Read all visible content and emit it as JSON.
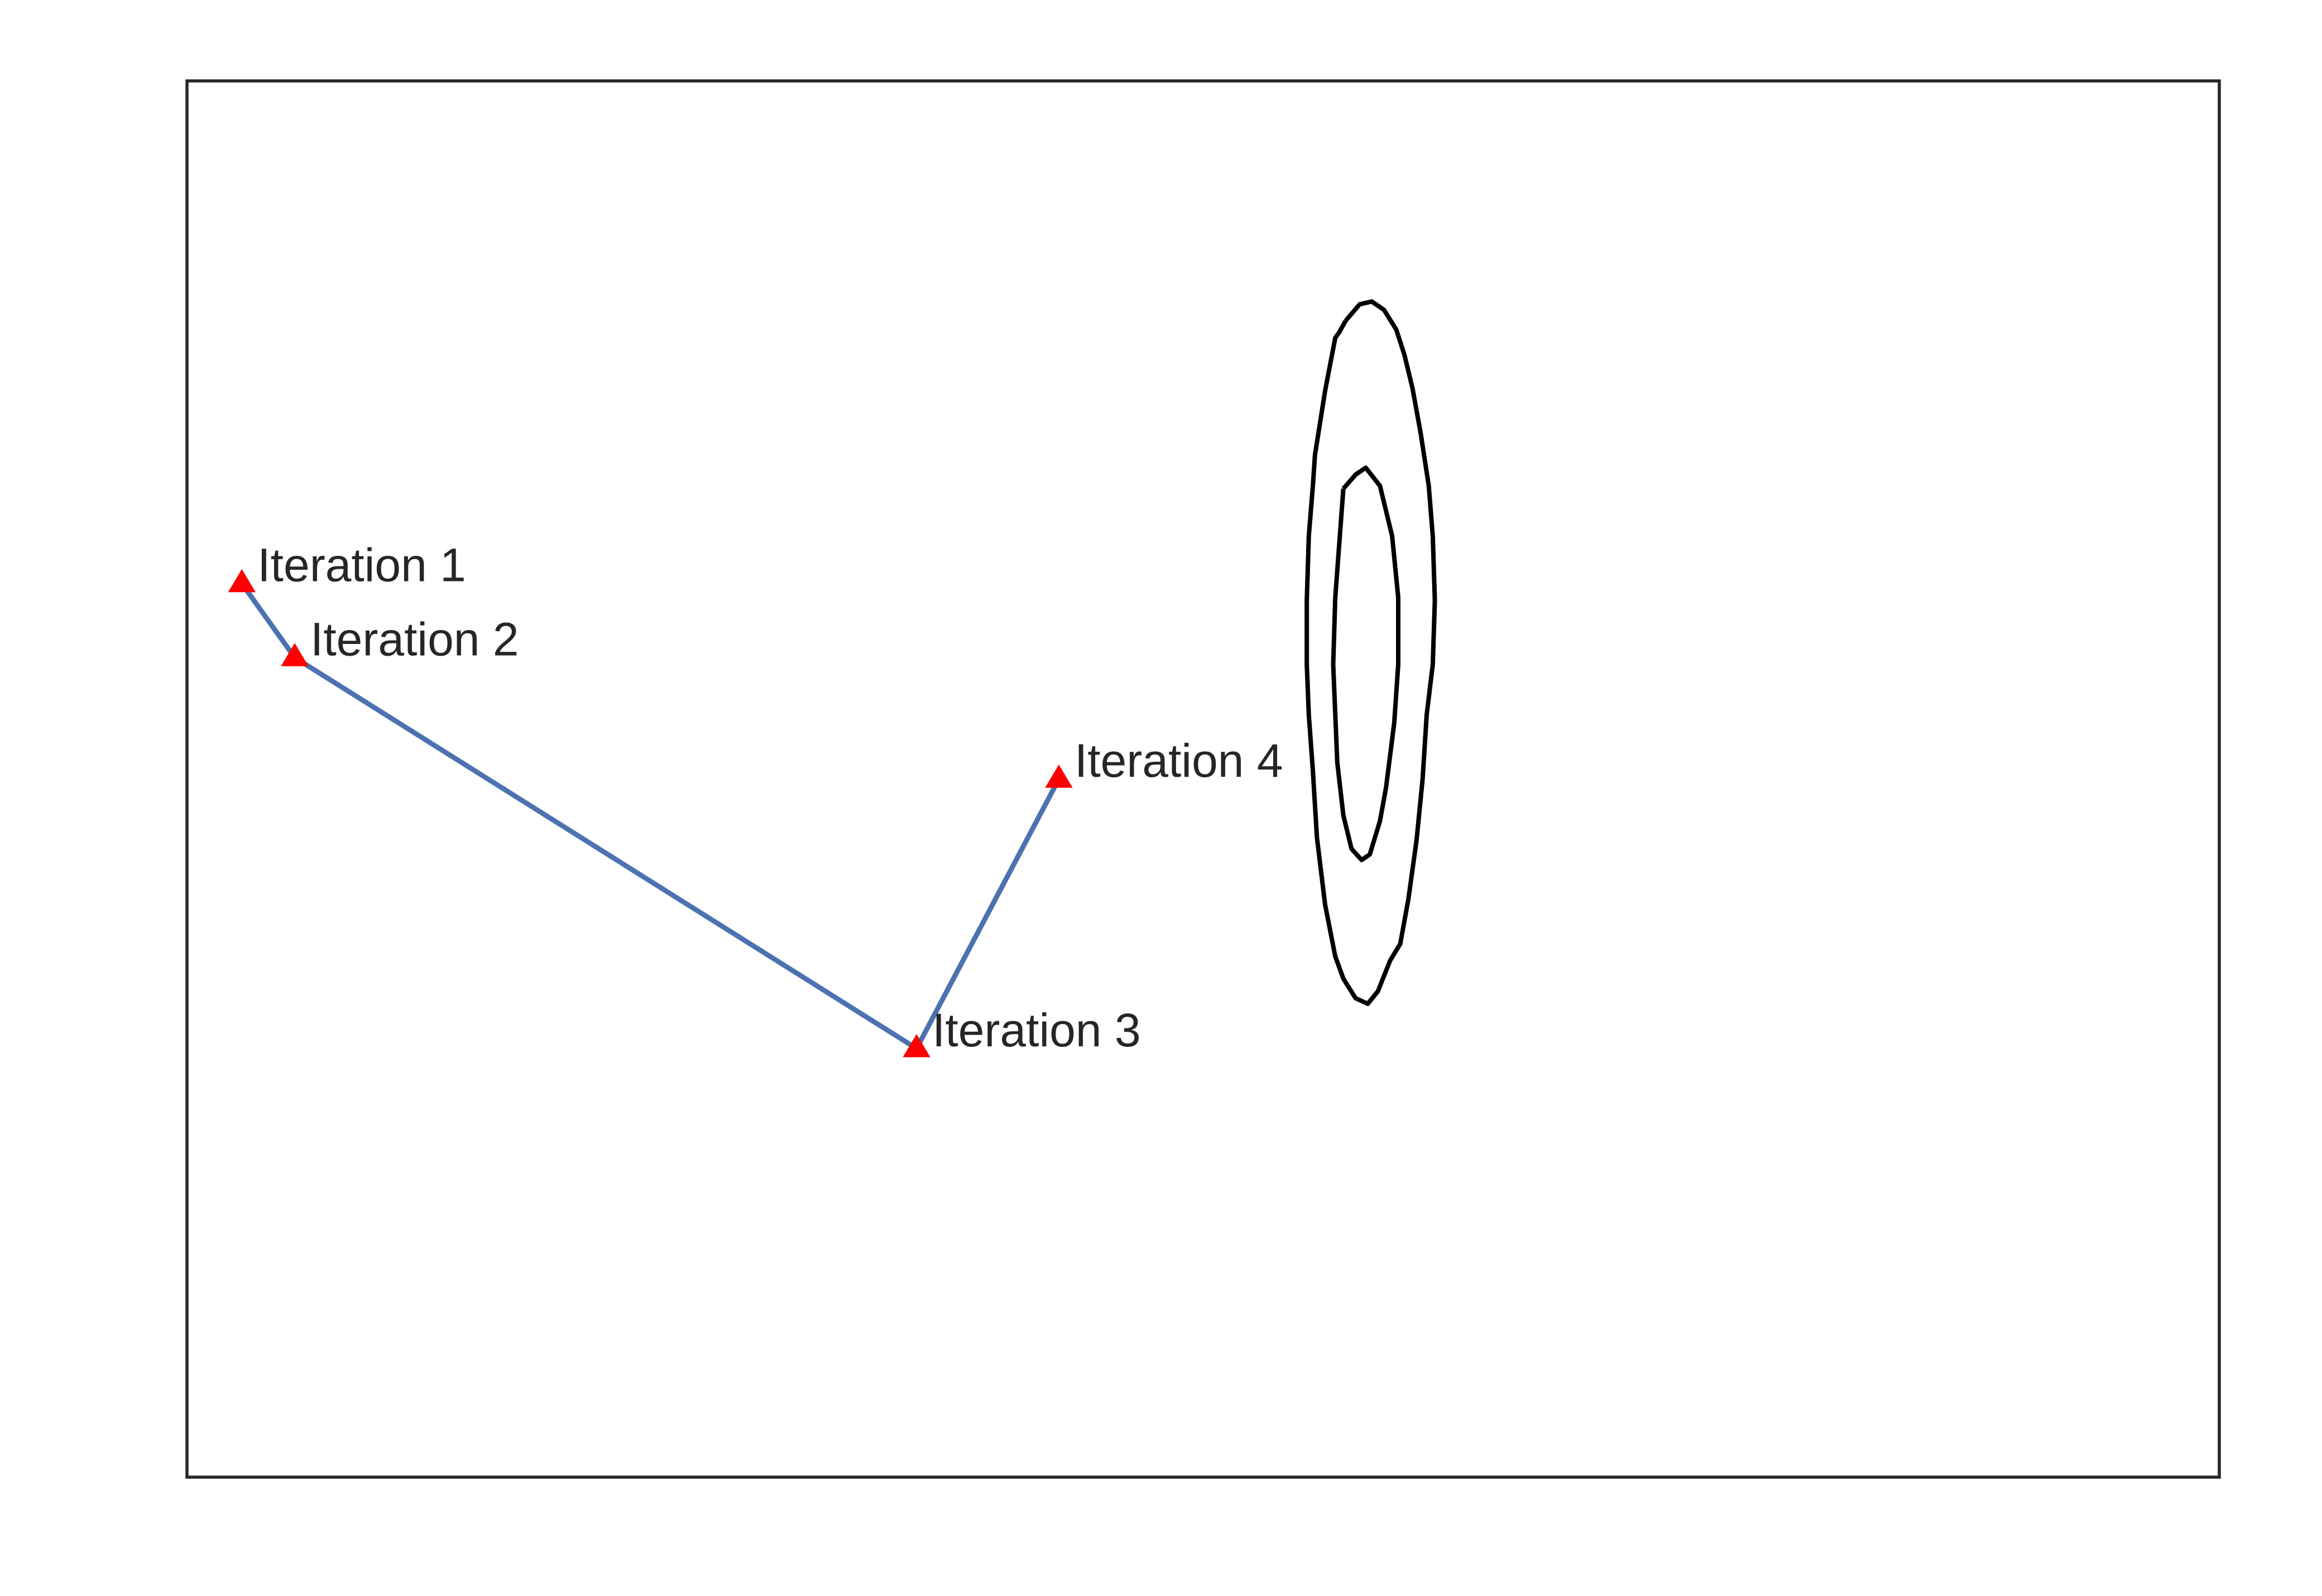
{
  "chart_data": {
    "type": "line",
    "title": "",
    "xlabel": "",
    "ylabel": "",
    "grid": false,
    "legend": false,
    "colors": {
      "path": "#4c72b0",
      "marker": "#ff0000",
      "contour": "#000000",
      "frame": "#262626",
      "text": "#262626"
    },
    "marker": "triangle-up",
    "xlim": [
      0,
      100
    ],
    "ylim": [
      0,
      100
    ],
    "series": [
      {
        "points": [
          {
            "x": 2.7,
            "y": 64.0,
            "label": "Iteration 1"
          },
          {
            "x": 5.3,
            "y": 58.7,
            "label": "Iteration 2"
          },
          {
            "x": 35.9,
            "y": 30.7,
            "label": "Iteration 3"
          },
          {
            "x": 42.9,
            "y": 50.0,
            "label": "Iteration 4"
          }
        ]
      }
    ],
    "contours": [
      {
        "points": [
          [
            57.0,
            82.8
          ],
          [
            57.7,
            84.0
          ],
          [
            58.3,
            84.2
          ],
          [
            58.9,
            83.6
          ],
          [
            59.5,
            82.2
          ],
          [
            59.9,
            80.4
          ],
          [
            60.3,
            78.0
          ],
          [
            60.7,
            74.8
          ],
          [
            61.1,
            71.0
          ],
          [
            61.3,
            67.4
          ],
          [
            61.4,
            62.8
          ],
          [
            61.3,
            58.2
          ],
          [
            61.0,
            54.6
          ],
          [
            60.8,
            50.0
          ],
          [
            60.5,
            45.6
          ],
          [
            60.1,
            41.4
          ],
          [
            59.7,
            38.2
          ],
          [
            59.2,
            37.0
          ],
          [
            58.6,
            34.8
          ],
          [
            58.1,
            33.9
          ],
          [
            57.5,
            34.3
          ],
          [
            56.9,
            35.7
          ],
          [
            56.5,
            37.3
          ],
          [
            56.0,
            41.0
          ],
          [
            55.6,
            45.8
          ],
          [
            55.4,
            50.6
          ],
          [
            55.2,
            54.6
          ],
          [
            55.1,
            58.2
          ],
          [
            55.1,
            62.8
          ],
          [
            55.2,
            67.4
          ],
          [
            55.4,
            71.0
          ],
          [
            55.5,
            73.2
          ],
          [
            56.0,
            77.8
          ],
          [
            56.5,
            81.6
          ],
          [
            56.7,
            82.0
          ],
          [
            57.0,
            82.8
          ]
        ]
      },
      {
        "points": [
          [
            56.9,
            70.8
          ],
          [
            57.5,
            71.8
          ],
          [
            58.0,
            72.3
          ],
          [
            58.7,
            71.0
          ],
          [
            59.3,
            67.4
          ],
          [
            59.6,
            63.0
          ],
          [
            59.6,
            58.2
          ],
          [
            59.4,
            54.0
          ],
          [
            59.0,
            49.4
          ],
          [
            58.7,
            47.0
          ],
          [
            58.2,
            44.6
          ],
          [
            57.8,
            44.2
          ],
          [
            57.3,
            45.0
          ],
          [
            56.9,
            47.4
          ],
          [
            56.6,
            51.2
          ],
          [
            56.4,
            58.2
          ],
          [
            56.5,
            63.0
          ],
          [
            56.9,
            70.8
          ]
        ]
      }
    ]
  }
}
